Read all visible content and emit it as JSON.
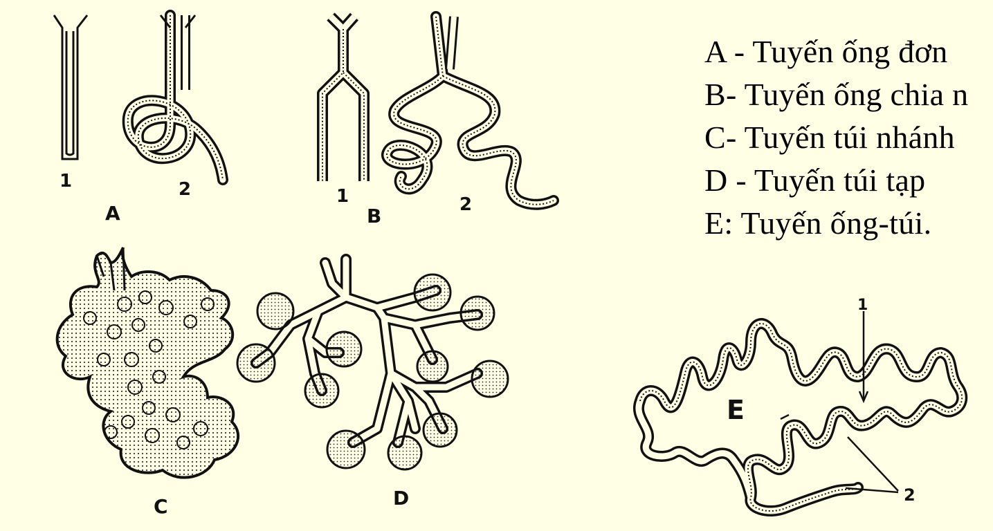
{
  "legend": [
    "A - Tuyến ống đơn",
    "B- Tuyến ống chia n",
    "C- Tuyến túi nhánh",
    "D - Tuyến túi tạp",
    "E: Tuyến ống-túi."
  ],
  "figure_labels": {
    "A": "A",
    "B": "B",
    "C": "C",
    "D": "D",
    "E": "E",
    "a_num1": "1",
    "a_num2": "2",
    "b_num1": "1",
    "b_num2": "2",
    "e_num1": "1",
    "e_num2": "2"
  },
  "colors": {
    "background": "#ffffe6",
    "ink": "#111111"
  }
}
